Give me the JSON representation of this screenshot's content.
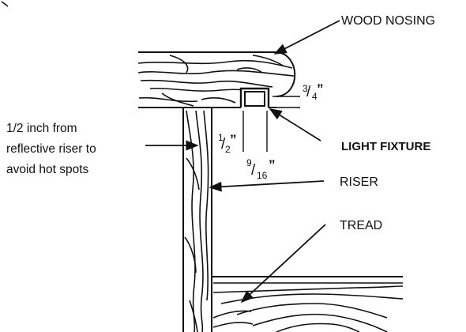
{
  "labels": {
    "wood_nosing": "WOOD NOSING",
    "light_fixture": "LIGHT FIXTURE",
    "riser": "RISER",
    "tread": "TREAD"
  },
  "note": {
    "line1": "1/2 inch from",
    "line2": "reflective riser to",
    "line3": "avoid hot spots"
  },
  "dimensions": {
    "nosing_num": "3",
    "nosing_den": "4",
    "gap_num": "1",
    "gap_den": "2",
    "fixture_num": "9",
    "fixture_den": "16",
    "inch_mark": "”",
    "fraction_slash": "/"
  },
  "colors": {
    "ink": "#111111",
    "paper": "#ffffff"
  }
}
